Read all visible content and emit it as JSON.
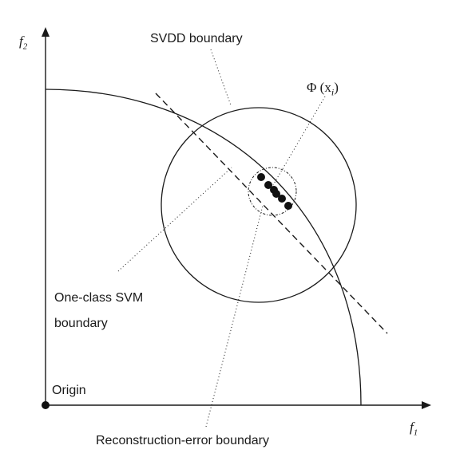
{
  "axes": {
    "x_label": "f",
    "x_label_sub": "1",
    "y_label": "f",
    "y_label_sub": "2"
  },
  "labels": {
    "svdd": "SVDD boundary",
    "phi_main": "Φ (x",
    "phi_sub": "i",
    "phi_close": ")",
    "ocsvm_line1": "One-class SVM",
    "ocsvm_line2": "boundary",
    "origin": "Origin",
    "recon": "Reconstruction-error boundary"
  },
  "data_points_count": 6,
  "colors": {
    "ink": "#1a1a1a",
    "background": "#ffffff"
  }
}
